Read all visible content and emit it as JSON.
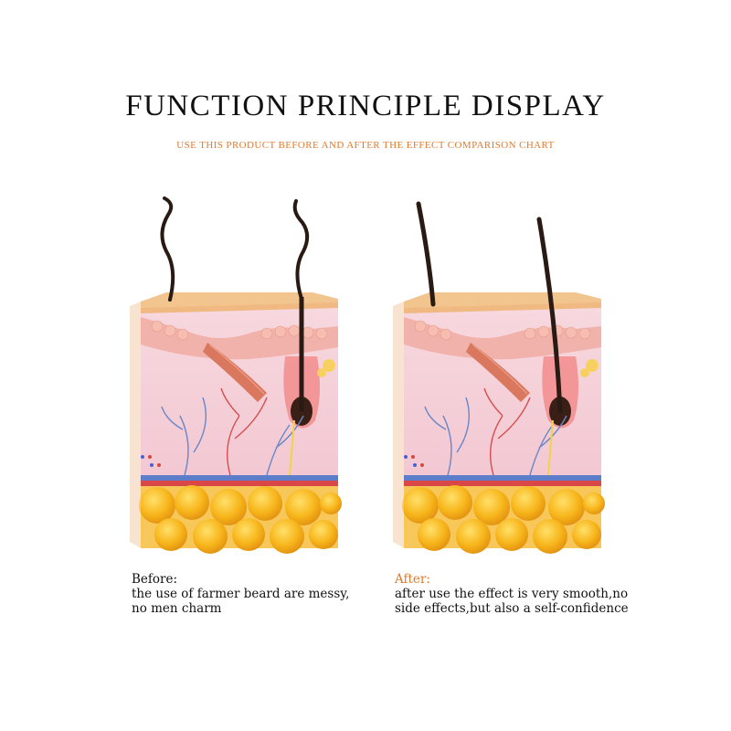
{
  "header": {
    "title": "FUNCTION PRINCIPLE DISPLAY",
    "subtitle": "USE THIS PRODUCT BEFORE AND AFTER THE EFFECT COMPARISON CHART"
  },
  "panels": [
    {
      "id": "before",
      "heading": "Before:",
      "lines": [
        "the use of farmer beard are messy,",
        "no men charm"
      ]
    },
    {
      "id": "after",
      "heading": "After:",
      "lines": [
        "after use the effect is very smooth,no",
        "side effects,but also a self-confidence"
      ]
    }
  ],
  "colors": {
    "accent": "#e07a2e",
    "title": "#111111",
    "skin_top": "#f2c48e",
    "skin_pink": "#f3c9d2",
    "fat": "#f5b31b",
    "hair": "#2a1a14"
  }
}
